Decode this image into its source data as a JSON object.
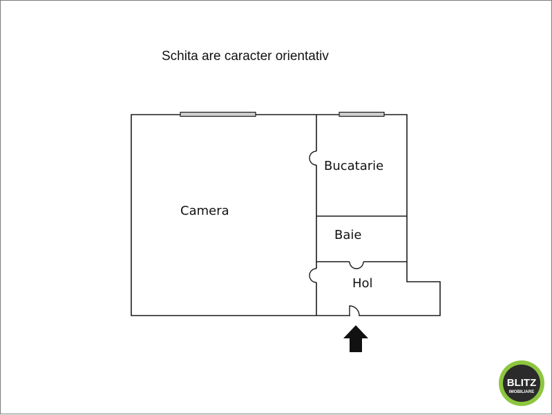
{
  "note": "Schita are caracter orientativ",
  "rooms": {
    "camera": "Camera",
    "bucatarie": "Bucatarie",
    "baie": "Baie",
    "hol": "Hol"
  },
  "logo": {
    "brand": "BLITZ",
    "subtitle": "IMOBILIARE",
    "colors": {
      "ring": "#8dc63f",
      "disc": "#2b2b2b",
      "text": "#ffffff"
    }
  },
  "colors": {
    "walls": "#1a1a1a",
    "window_fill": "#cfcfcf",
    "arrow": "#111111"
  }
}
